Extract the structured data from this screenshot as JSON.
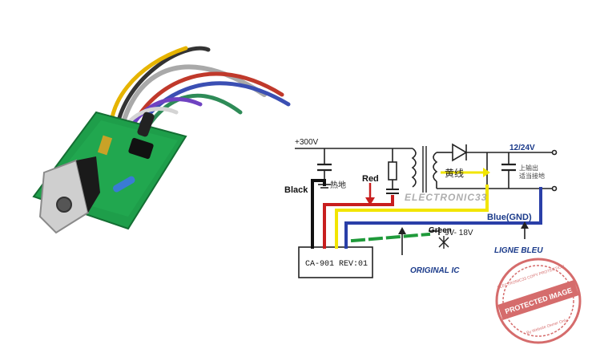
{
  "diagram": {
    "supply": "+300V",
    "output": "12/24V",
    "wire_black": "Black",
    "wire_red": "Red",
    "wire_green": "Green",
    "wire_blue": "Blue(GND)",
    "hot_ground": "热地",
    "yellow_wire": "黄线",
    "output_note_1": "上输出",
    "output_note_2": "适当接地",
    "voltage_range": "9V- 18V",
    "chip_label": "CA-901 REV:01",
    "original_ic": "ORIGINAL IC",
    "ligne_bleu": "LIGNE BLEU",
    "watermark": "ELECTRONIC33",
    "stamp_text": "PROTECTED IMAGE",
    "stamp_small_top": "ELECTRONIC33 COPY PROTECTION",
    "stamp_small_bottom": "By Website Owner Only"
  },
  "colors": {
    "black_wire": "#111111",
    "red_wire": "#c81e1e",
    "yellow_wire": "#f2e500",
    "blue_wire": "#2a3fa8",
    "green_wire": "#1f9a3a",
    "pcb": "#1e9e4a",
    "stamp": "#c83c3c",
    "annotation": "#1a3a8a"
  }
}
